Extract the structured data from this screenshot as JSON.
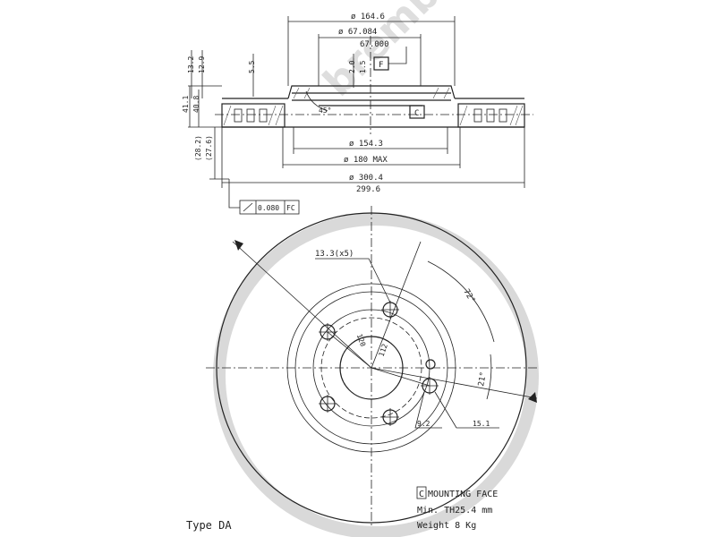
{
  "dimensions": {
    "d_164_6": "ø 164.6",
    "d_67_084": "ø 67.084",
    "d_67_000": "67.000",
    "h_13_2": "13.2",
    "h_12_9": "12.9",
    "h_5_5": "5.5",
    "h_2_0": "2.0",
    "h_1_5": "1.5",
    "h_41_1": "41.1",
    "h_40_8": "40.8",
    "angle_45": "45°",
    "h_28_2": "(28.2)",
    "h_27_6": "(27.6)",
    "d_154_3": "ø 154.3",
    "d_180_max": "ø 180 MAX",
    "d_300_4": "ø 300.4",
    "d_299_6": "299.6",
    "runout": "0.080",
    "runout_ref": "FC",
    "holes": "13.3(x5)",
    "angle_72": "72°",
    "pcd_120": "120",
    "pcd_112": "112",
    "angle_21": "21°",
    "d_9_2": "9.2",
    "d_15_1": "15.1"
  },
  "datum_labels": {
    "f": "F",
    "c": "C"
  },
  "notes": {
    "mounting_face_symbol": "C",
    "mounting_face": "MOUNTING FACE",
    "min_th": "Min. TH25.4 mm",
    "weight": "Weight 8 Kg",
    "type": "Type DA"
  },
  "watermark": "brembo",
  "colors": {
    "line": "#222222",
    "watermark": "#d9d9d9"
  }
}
